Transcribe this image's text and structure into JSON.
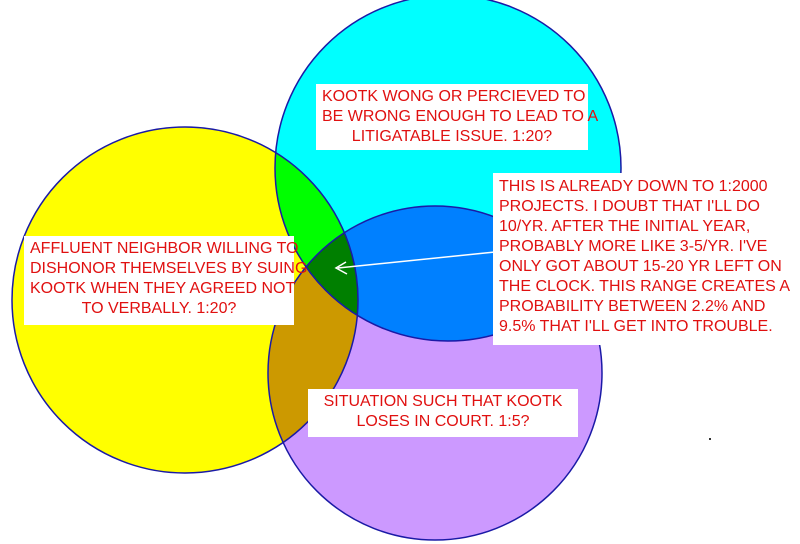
{
  "colors": {
    "circle_top": "#00ffff",
    "circle_left": "#ffff00",
    "circle_bottom": "#cc99ff",
    "overlap_top_left": "#00ff00",
    "overlap_top_bottom": "#0080ff",
    "overlap_left_bottom": "#cc9900",
    "overlap_all": "#007f00",
    "outline": "#1a1aa6",
    "label_text": "#e01010",
    "arrow": "#ffffff"
  },
  "labels": {
    "top": {
      "lines": [
        "KOOTK WONG OR PERCIEVED TO",
        "BE WRONG ENOUGH TO LEAD TO A",
        "LITIGATABLE ISSUE.  1:20?"
      ]
    },
    "left": {
      "lines": [
        "AFFLUENT NEIGHBOR WILLING TO",
        "DISHONOR THEMSELVES BY SUING",
        "KOOTK WHEN THEY AGREED NOT",
        "TO VERBALLY. 1:20?"
      ]
    },
    "bottom": {
      "lines": [
        "SITUATION SUCH THAT KOOTK",
        "LOSES IN COURT. 1:5?"
      ]
    },
    "note": {
      "lines": [
        "THIS IS ALREADY DOWN TO 1:2000",
        "PROJECTS.  I DOUBT THAT I'LL DO",
        "10/YR.  AFTER THE INITIAL YEAR,",
        "PROBABLY MORE LIKE 3-5/YR.  I'VE",
        "ONLY GOT ABOUT 15-20 YR LEFT ON",
        "THE CLOCK.  THIS RANGE CREATES A",
        "PROBABILITY BETWEEN 2.2% AND",
        "9.5% THAT I'LL GET INTO TROUBLE."
      ]
    }
  }
}
